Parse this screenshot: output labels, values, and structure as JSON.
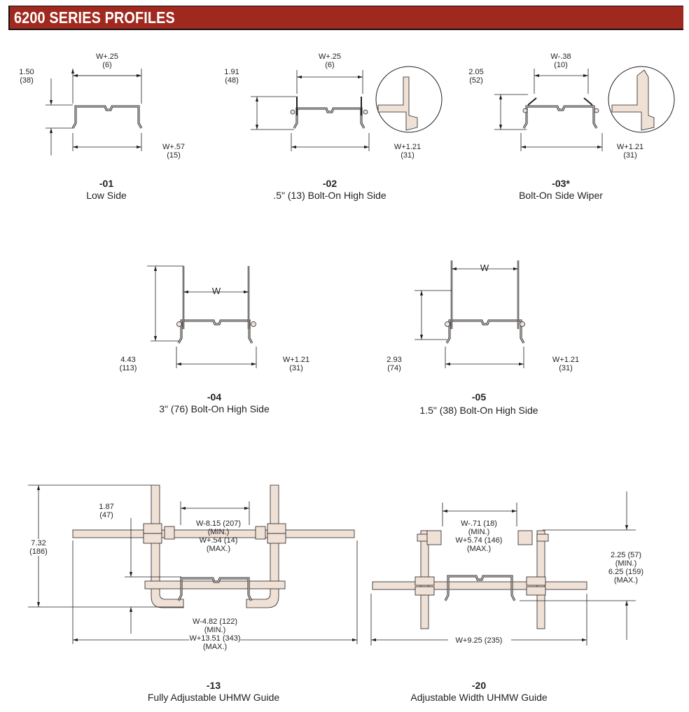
{
  "header": {
    "title": "6200 SERIES PROFILES"
  },
  "colors": {
    "header_bg": "#a0291f",
    "uhmw_fill": "#f0e1d6",
    "line": "#231f20"
  },
  "profiles": [
    {
      "code": "-01",
      "name": "Low Side",
      "height": [
        "1.50",
        "(38)"
      ],
      "top": [
        "W+.25",
        "(6)"
      ],
      "bottom": [
        "W+.57",
        "(15)"
      ]
    },
    {
      "code": "-02",
      "name": ".5\" (13) Bolt-On High Side",
      "height": [
        "1.91",
        "(48)"
      ],
      "top": [
        "W+.25",
        "(6)"
      ],
      "bottom": [
        "W+1.21",
        "(31)"
      ]
    },
    {
      "code": "-03*",
      "name": "Bolt-On Side Wiper",
      "height": [
        "2.05",
        "(52)"
      ],
      "top": [
        "W-.38",
        "(10)"
      ],
      "bottom": [
        "W+1.21",
        "(31)"
      ]
    },
    {
      "code": "-04",
      "name": "3\" (76) Bolt-On High Side",
      "height": [
        "4.43",
        "(113)"
      ],
      "top": [
        "W"
      ],
      "bottom": [
        "W+1.21",
        "(31)"
      ]
    },
    {
      "code": "-05",
      "name": "1.5\" (38) Bolt-On High Side",
      "height": [
        "2.93",
        "(74)"
      ],
      "top": [
        "W"
      ],
      "bottom": [
        "W+1.21",
        "(31)"
      ]
    },
    {
      "code": "-13",
      "name": "Fully Adjustable UHMW Guide",
      "height": [
        "7.32",
        "(186)"
      ],
      "offset": [
        "1.87",
        "(47)"
      ],
      "top": [
        "W-8.15 (207)",
        "(MIN.)",
        "W+.54 (14)",
        "(MAX.)"
      ],
      "bottom": [
        "W-4.82 (122)",
        "(MIN.)",
        "W+13.51 (343)",
        "(MAX.)"
      ]
    },
    {
      "code": "-20",
      "name": "Adjustable Width UHMW Guide",
      "top": [
        "W-.71 (18)",
        "(MIN.)",
        "W+5.74 (146)",
        "(MAX.)"
      ],
      "height": [
        "2.25 (57)",
        "(MIN.)",
        "6.25 (159)",
        "(MAX.)"
      ],
      "bottom": [
        "W+9.25 (235)"
      ]
    }
  ]
}
